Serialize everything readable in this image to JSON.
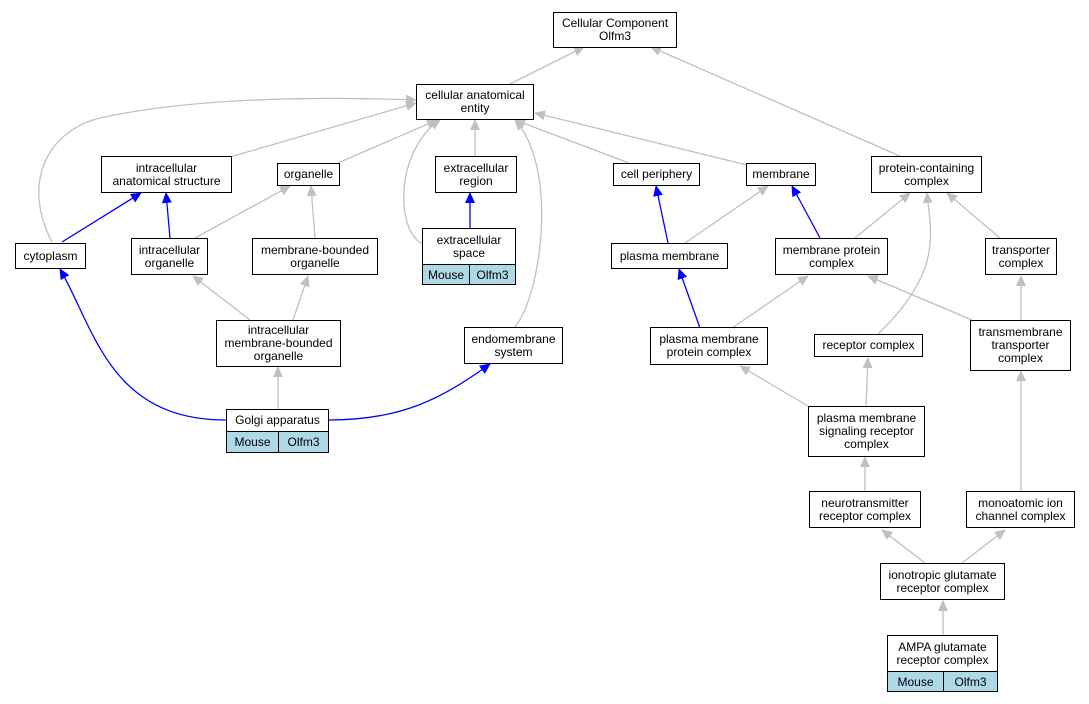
{
  "colors": {
    "edge_gray": "#c0c0c0",
    "edge_blue": "#0000ff",
    "annotation": "#add8e6"
  },
  "nodes": {
    "root": "Cellular Component\nOlfm3",
    "cae": "cellular anatomical\nentity",
    "ias": "intracellular\nanatomical structure",
    "organelle": "organelle",
    "er": "extracellular\nregion",
    "cp": "cell periphery",
    "mem": "membrane",
    "pcc": "protein-containing\ncomplex",
    "cyto": "cytoplasm",
    "io": "intracellular\norganelle",
    "mbo": "membrane-bounded\norganelle",
    "es": "extracellular\nspace",
    "pm": "plasma membrane",
    "mpc": "membrane protein\ncomplex",
    "tc": "transporter\ncomplex",
    "imbo": "intracellular\nmembrane-bounded\norganelle",
    "ems": "endomembrane\nsystem",
    "pmpc": "plasma membrane\nprotein complex",
    "rc": "receptor complex",
    "ttc": "transmembrane\ntransporter\ncomplex",
    "golgi": "Golgi apparatus",
    "pmsrc": "plasma membrane\nsignaling receptor\ncomplex",
    "ntrc": "neurotransmitter\nreceptor complex",
    "micc": "monoatomic ion\nchannel complex",
    "igrc": "ionotropic glutamate\nreceptor complex",
    "ampa": "AMPA glutamate\nreceptor complex"
  },
  "annotations": {
    "es": [
      "Mouse",
      "Olfm3"
    ],
    "golgi": [
      "Mouse",
      "Olfm3"
    ],
    "ampa": [
      "Mouse",
      "Olfm3"
    ]
  }
}
